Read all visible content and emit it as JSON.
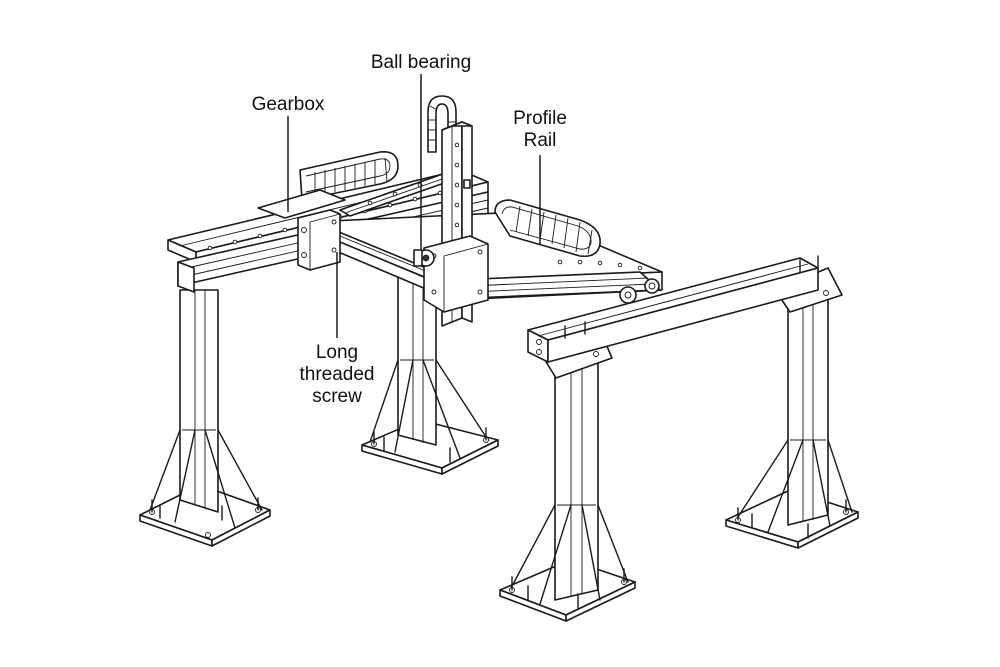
{
  "labels": {
    "gearbox": "Gearbox",
    "ball_bearing": "Ball bearing",
    "profile_rail_line1": "Profile",
    "profile_rail_line2": "Rail",
    "screw_line1": "Long",
    "screw_line2": "threaded",
    "screw_line3": "screw"
  },
  "colors": {
    "line": "#1a1a1a",
    "background": "#ffffff",
    "text": "#111111"
  }
}
